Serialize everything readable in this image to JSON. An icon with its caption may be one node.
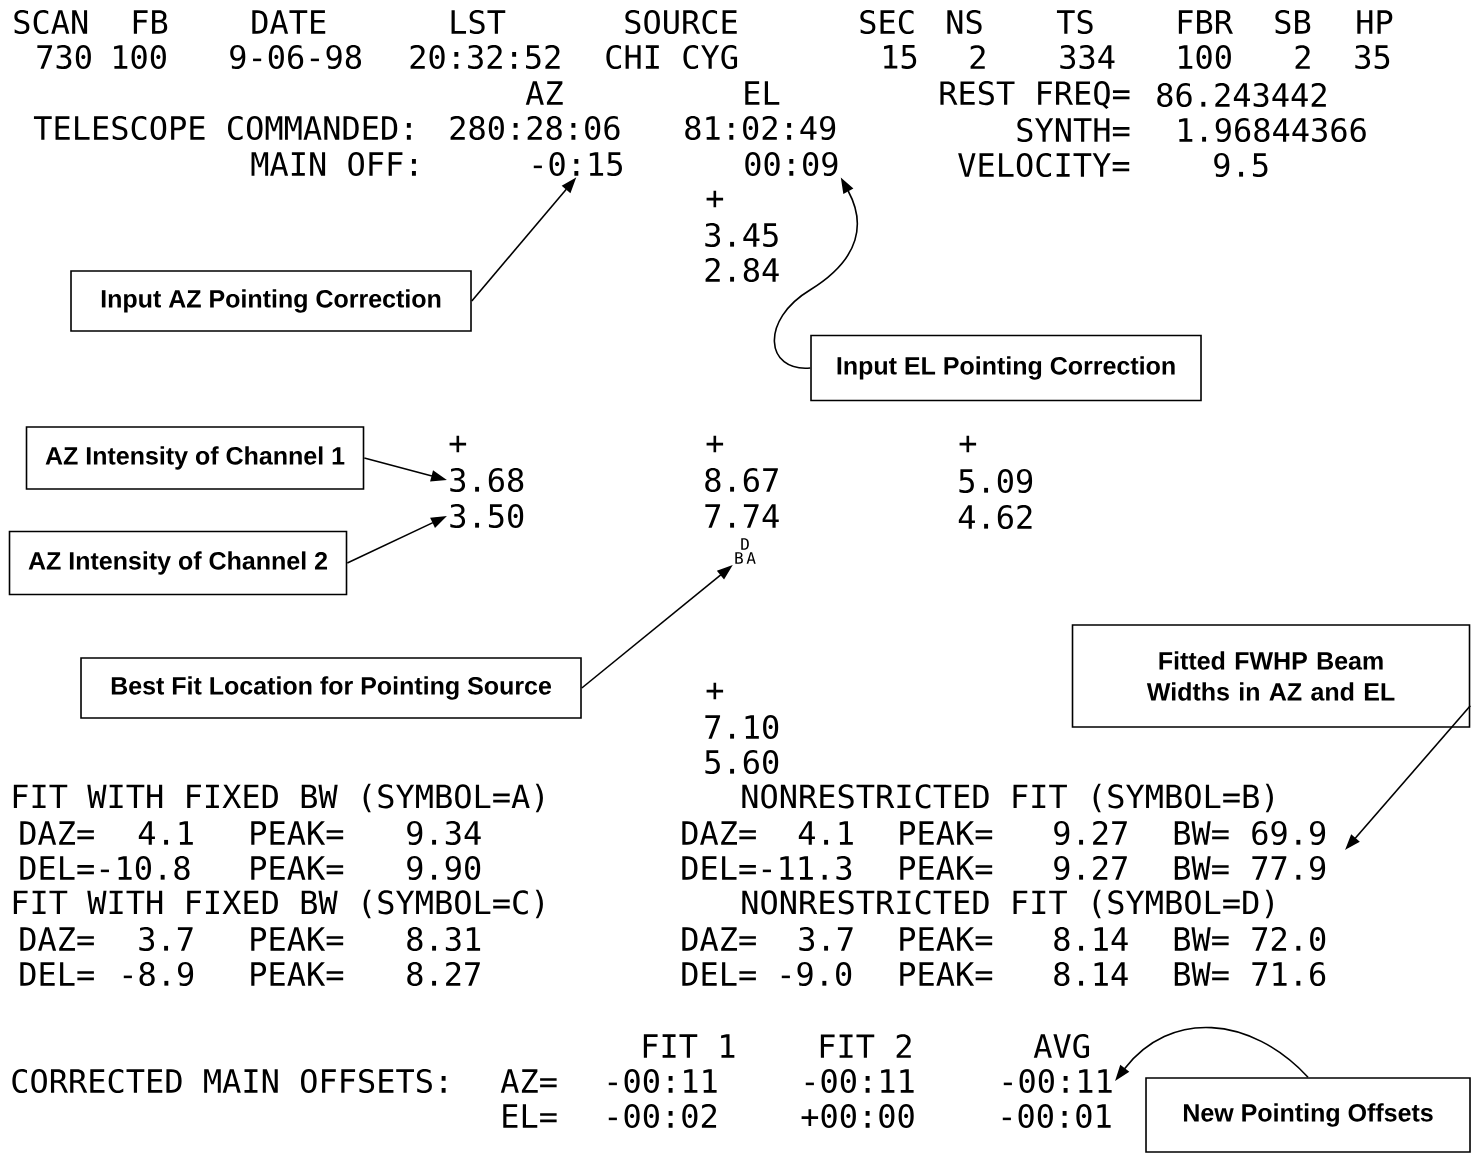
{
  "diagram": {
    "nodes": [
      {
        "text": [
          "Input AZ Pointing Correction"
        ]
      },
      {
        "text": [
          "-0:15"
        ]
      },
      {
        "text": [
          "Input EL Pointing Correction"
        ]
      },
      {
        "text": [
          "00:09"
        ]
      },
      {
        "text": [
          "AZ Intensity of Channel 1"
        ]
      },
      {
        "text": [
          "3.68"
        ]
      },
      {
        "text": [
          "AZ Intensity of Channel 2"
        ]
      },
      {
        "text": [
          "3.50"
        ]
      },
      {
        "text": [
          "Best Fit Location for Pointing Source"
        ]
      },
      {
        "text": [
          "D",
          "B",
          "A"
        ]
      },
      {
        "text": [
          "Fitted FWHP Beam Widths in AZ and EL"
        ]
      },
      {
        "text": [
          "New Pointing Offsets"
        ]
      },
      {
        "text": [
          "-00:11"
        ]
      }
    ],
    "edges": [
      {
        "from": 0,
        "to": 1,
        "arrow": "to"
      },
      {
        "from": 2,
        "to": 3,
        "arrow": "to"
      },
      {
        "from": 4,
        "to": 5,
        "arrow": "to"
      },
      {
        "from": 6,
        "to": 7,
        "arrow": "to"
      },
      {
        "from": 8,
        "to": 9,
        "arrow": "to"
      },
      {
        "from": 10,
        "to": null,
        "arrow": "to"
      },
      {
        "from": 11,
        "to": 12,
        "arrow": "to"
      }
    ],
    "labels": [
      "SCAN",
      "FB",
      "DATE",
      "LST",
      "SOURCE",
      "SEC",
      "NS",
      "TS",
      "FBR",
      "SB",
      "HP",
      "730",
      "100",
      "9-06-98",
      "20:32:52",
      "CHI CYG",
      "15",
      "2",
      "334",
      "100",
      "2",
      "35",
      "AZ",
      "EL",
      "REST FREQ=",
      "86.243442",
      "TELESCOPE COMMANDED:",
      "280:28:06",
      "81:02:49",
      "SYNTH=",
      "1.96844366",
      "MAIN OFF:",
      "VELOCITY=",
      "9.5",
      "+",
      "3.45",
      "2.84",
      "+",
      "+",
      "+",
      "8.67",
      "5.09",
      "7.74",
      "4.62",
      "+",
      "7.10",
      "5.60",
      "FIT WITH FIXED BW (SYMBOL=A)",
      "NONRESTRICTED FIT (SYMBOL=B)",
      "DAZ=",
      "4.1",
      "PEAK=",
      "9.34",
      "DAZ=",
      "4.1",
      "PEAK=",
      "9.27",
      "BW=",
      "69.9",
      "DEL=-10.8",
      "PEAK=",
      "9.90",
      "DEL=-11.3",
      "PEAK=",
      "9.27",
      "BW=",
      "77.9",
      "FIT WITH FIXED BW (SYMBOL=C)",
      "NONRESTRICTED FIT (SYMBOL=D)",
      "DAZ=",
      "3.7",
      "PEAK=",
      "8.31",
      "DAZ=",
      "3.7",
      "PEAK=",
      "8.14",
      "BW=",
      "72.0",
      "DEL=",
      "-8.9",
      "PEAK=",
      "8.27",
      "DEL=",
      "-9.0",
      "PEAK=",
      "8.14",
      "BW=",
      "71.6",
      "FIT 1",
      "FIT 2",
      "AVG",
      "CORRECTED MAIN OFFSETS:",
      "AZ=",
      "-00:11",
      "-00:11",
      "EL=",
      "-00:02",
      "+00:00",
      "-00:01"
    ]
  }
}
